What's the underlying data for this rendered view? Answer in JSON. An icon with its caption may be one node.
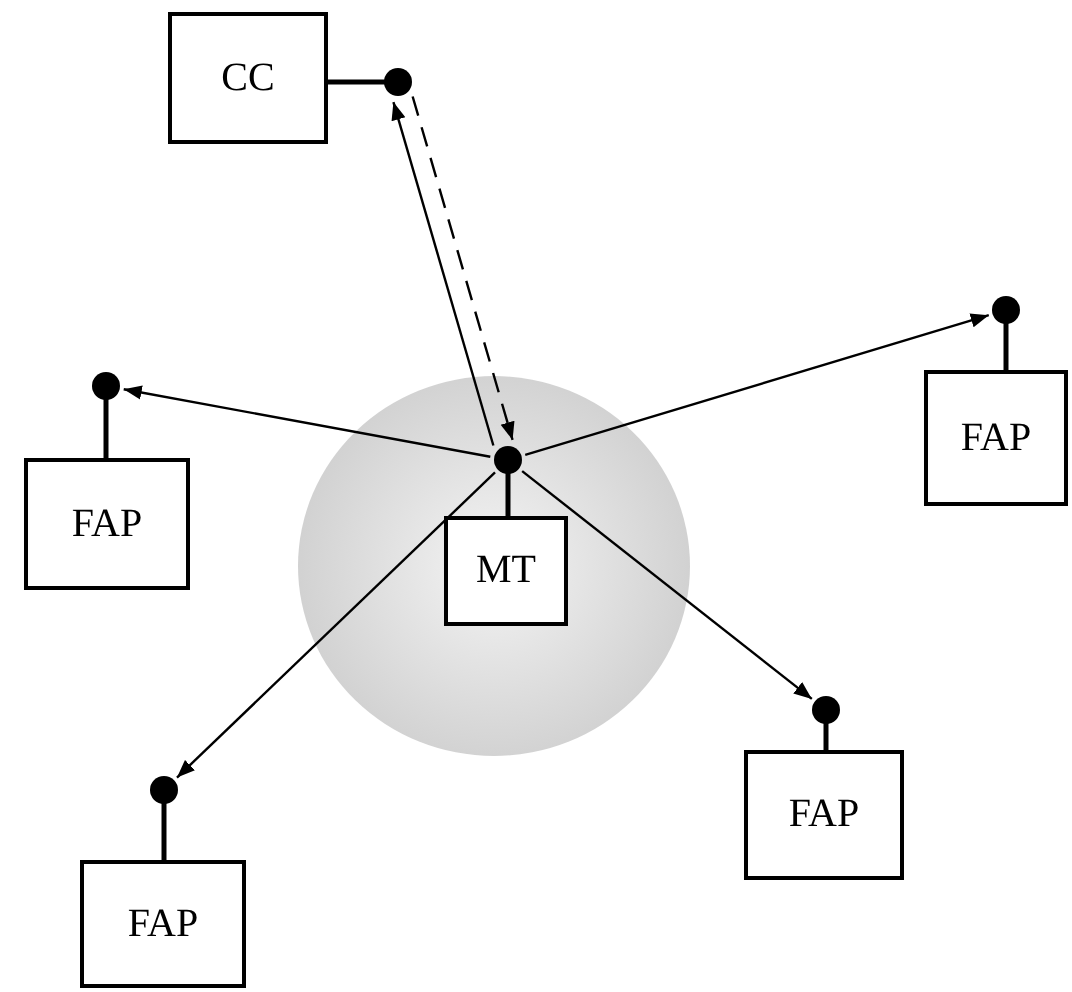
{
  "diagram": {
    "nodes": [
      {
        "text": [
          "CC"
        ]
      },
      {
        "text": [
          "FAP"
        ]
      },
      {
        "text": [
          "FAP"
        ]
      },
      {
        "text": [],
        "shape": "circle"
      },
      {
        "text": [
          "MT"
        ],
        "in": 3
      },
      {
        "text": [
          "FAP"
        ]
      },
      {
        "text": [
          "FAP"
        ]
      }
    ],
    "edges": [
      {
        "from": 4,
        "to": 1,
        "arrow": "to"
      },
      {
        "from": 4,
        "to": 2,
        "arrow": "to"
      },
      {
        "from": 4,
        "to": 5,
        "arrow": "to"
      },
      {
        "from": 4,
        "to": 6,
        "arrow": "to"
      },
      {
        "from": 4,
        "to": 0,
        "arrow": "to"
      },
      {
        "from": 0,
        "to": 4,
        "arrow": "to",
        "style": "dashed"
      }
    ]
  }
}
